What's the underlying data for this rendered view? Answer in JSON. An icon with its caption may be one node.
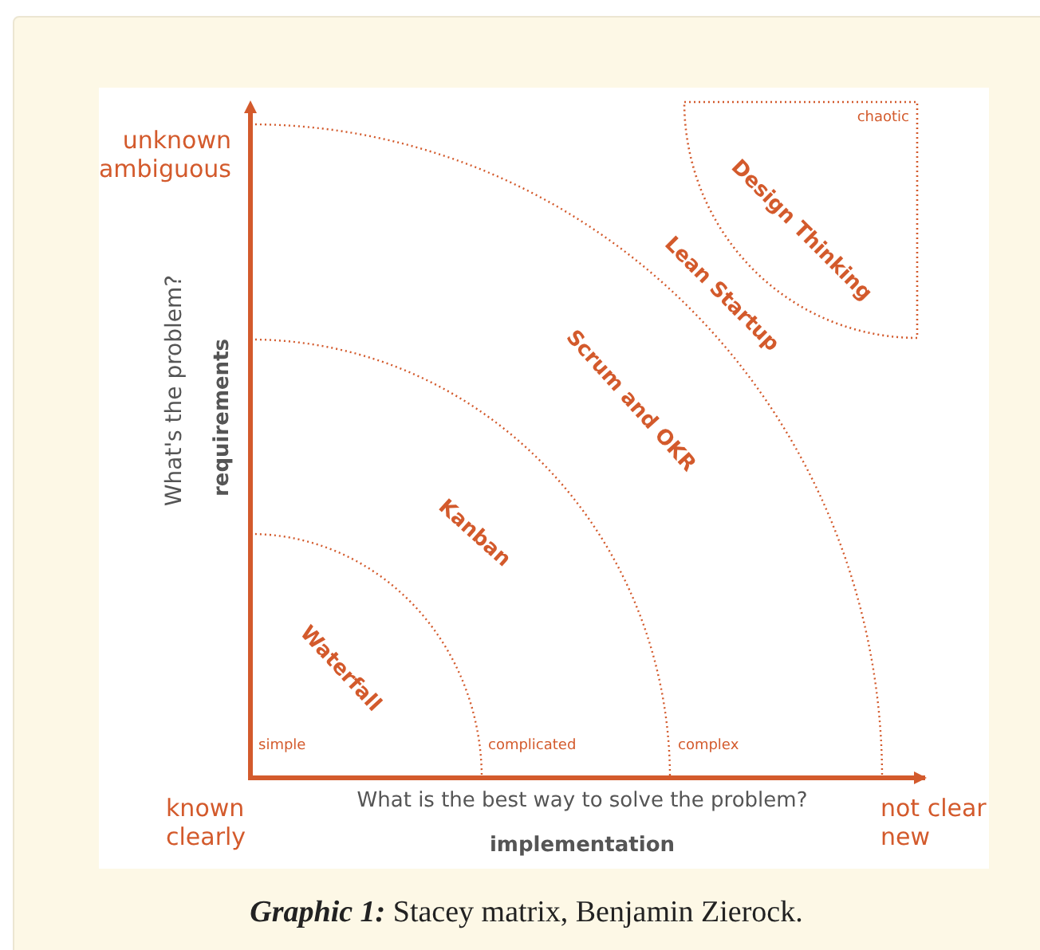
{
  "diagram": {
    "caption": "**Graphic 1:** Stacey matrix, Benjamin Zierock.",
    "nodes": [
      {
        "text": [
          "chaotic",
          "Design Thinking"
        ]
      }
    ],
    "labels": [
      "unknown ambiguous",
      "Lean Startup",
      "Scrum and OKR",
      "What's the problem?",
      "requirements",
      "Kanban",
      "Waterfall",
      "simple",
      "complicated",
      "complex",
      "known clearly",
      "What is the best way to solve the problem?",
      "not clear new",
      "implementation"
    ]
  }
}
